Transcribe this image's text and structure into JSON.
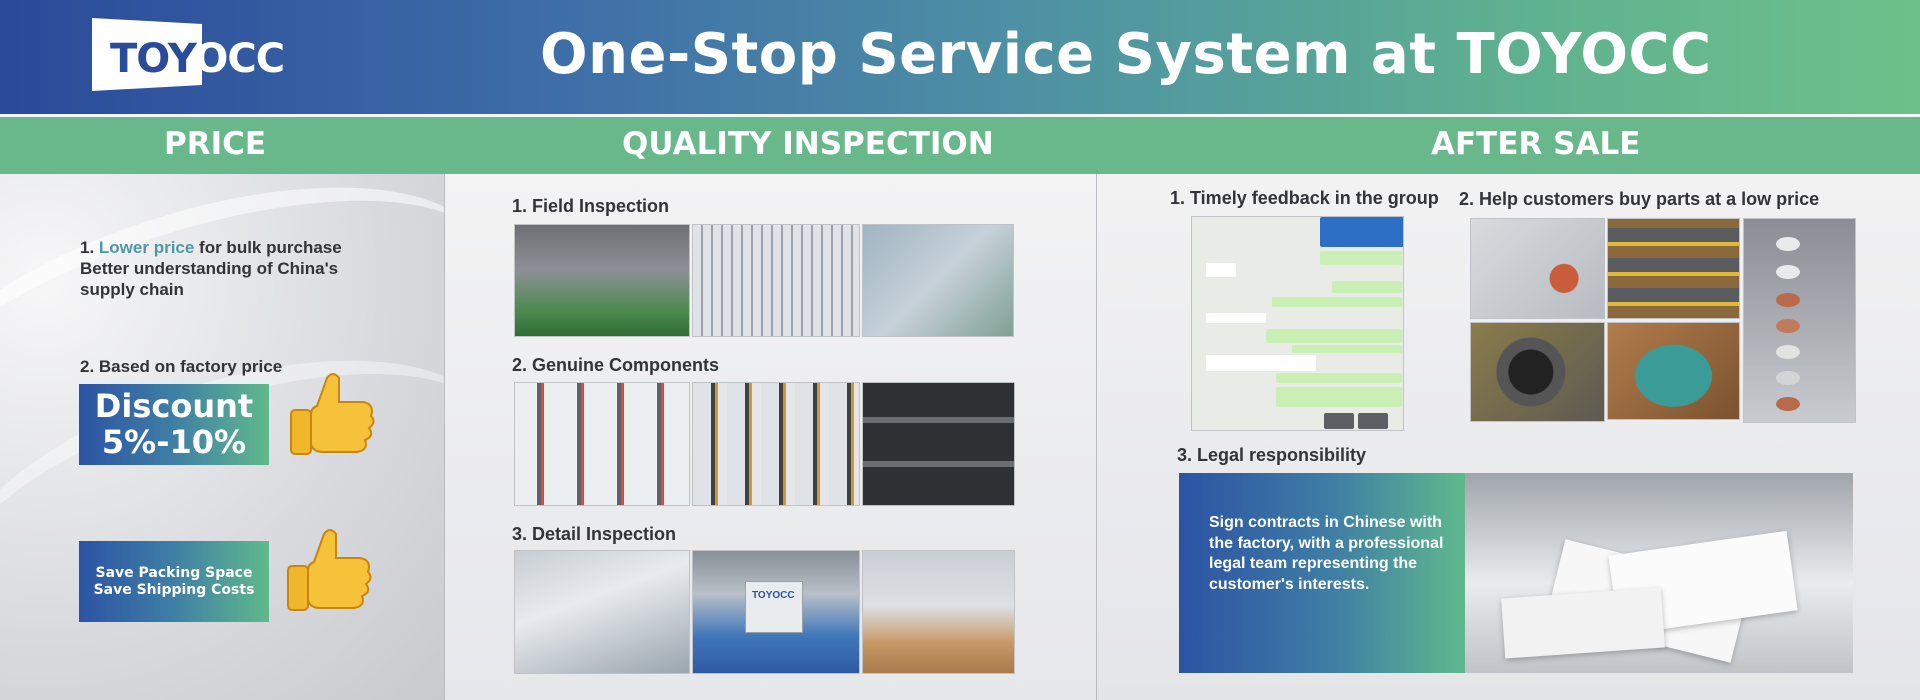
{
  "header": {
    "logo_text_a": "TOY",
    "logo_text_b": "OCC",
    "title": "One-Stop Service System at TOYOCC"
  },
  "sections": {
    "price": "PRICE",
    "quality": "QUALITY INSPECTION",
    "after_sale": "AFTER SALE"
  },
  "price": {
    "item1_prefix": "1. ",
    "item1_highlight": "Lower price",
    "item1_rest": " for bulk purchase",
    "item1_line2": "Better understanding of China's",
    "item1_line3": "supply chain",
    "item2_label": "2. Based on factory price",
    "discount_line1": "Discount",
    "discount_line2": "5%-10%",
    "pack_line1": "Save Packing Space",
    "pack_line2": "Save Shipping Costs",
    "thumb_icon": "thumbs-up-icon"
  },
  "quality": {
    "field_label": "1. Field Inspection",
    "components_label": "2. Genuine Components",
    "detail_label": "3. Detail Inspection",
    "machine_brand": "TOYOCC"
  },
  "after_sale": {
    "feedback_label": "1. Timely feedback in the group",
    "parts_label": "2. Help customers buy parts at a low price",
    "legal_label": "3. Legal responsibility",
    "legal_text": "Sign contracts in Chinese with the factory, with a professional legal team representing the customer's interests."
  },
  "colors": {
    "brand_blue": "#2c53a4",
    "brand_green": "#69b88c",
    "highlight_teal": "#4f99a6"
  }
}
